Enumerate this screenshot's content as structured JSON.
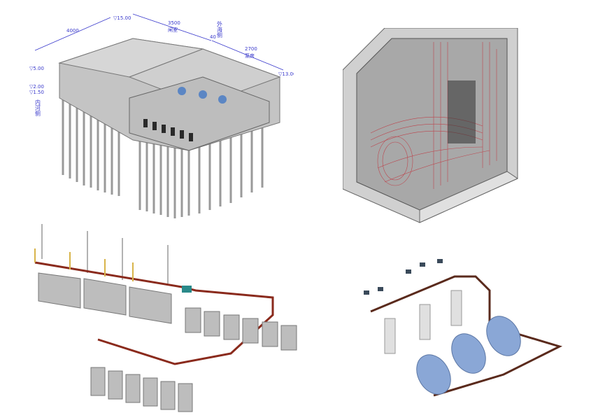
{
  "panels": {
    "top_left": {
      "dimensions": {
        "d1": "4000",
        "d2": "3500",
        "d3": "40",
        "d4": "2700"
      },
      "section_labels": {
        "s1": "闸室",
        "s2": "泵房"
      },
      "side_labels": {
        "outer": "外海侧",
        "inner": "内河侧"
      },
      "elevations": {
        "e1": "▽15.00",
        "e2": "▽5.00",
        "e3": "▽2.00",
        "e4": "▽1.50",
        "e5": "▽13.00"
      }
    }
  },
  "colors": {
    "concrete": "#b9b9b9",
    "equipment": "#5b86c4",
    "pipe_red": "#8a2a1c",
    "pipe_yellow": "#d8b44a",
    "annotation": "#3a3acc",
    "wire_red": "#c0303a"
  }
}
